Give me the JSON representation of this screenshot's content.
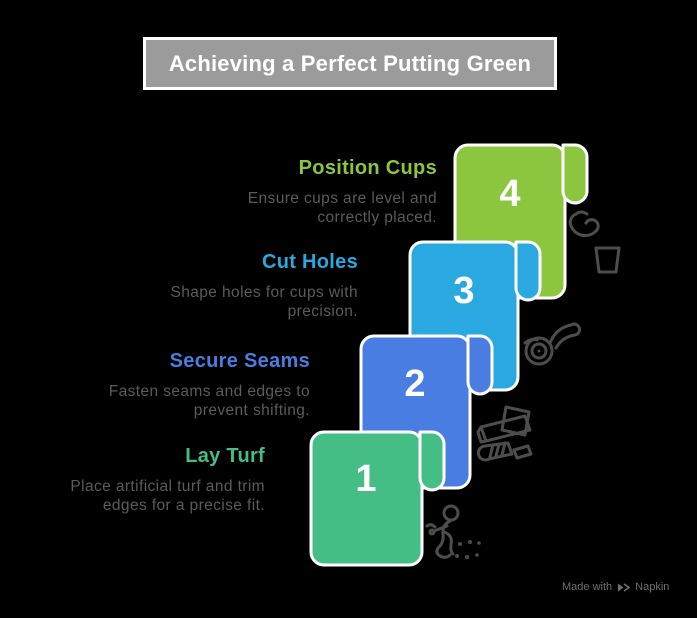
{
  "background": "#000000",
  "header": {
    "title": "Achieving a Perfect Putting Green",
    "bar_bg": "#9b9b9b",
    "text_color": "#ffffff"
  },
  "steps": [
    {
      "number": "1",
      "heading": "Lay Turf",
      "color": "#45be85",
      "body_lines": [
        "Place artificial turf and trim",
        "edges for a precise fit."
      ],
      "icon": "kneeling-person-icon"
    },
    {
      "number": "2",
      "heading": "Secure Seams",
      "color": "#4a7de2",
      "body_lines": [
        "Fasten seams and edges to",
        "prevent shifting."
      ],
      "icon": "seam-tape-icon"
    },
    {
      "number": "3",
      "heading": "Cut Holes",
      "color": "#29a9df",
      "body_lines": [
        "Shape holes for cups with",
        "precision."
      ],
      "icon": "rotary-cutter-icon"
    },
    {
      "number": "4",
      "heading": "Position Cups",
      "color": "#8cc63f",
      "body_lines": [
        "Ensure cups are level and",
        "correctly placed."
      ],
      "icon": "hand-and-cup-icon"
    }
  ],
  "body_text_color": "#5a5b5e",
  "icon_color": "#4d4d4d",
  "footer": {
    "made_with": "Made with",
    "brand": "Napkin",
    "text_color": "#6f6f6f"
  }
}
